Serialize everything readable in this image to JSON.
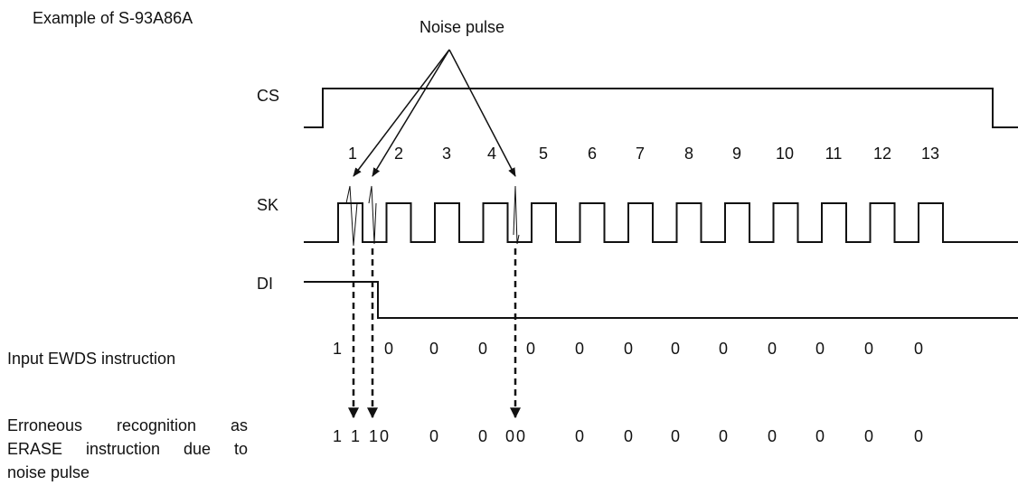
{
  "example_label": "Example of S-93A86A",
  "noise_label": "Noise pulse",
  "signals": {
    "cs": "CS",
    "sk": "SK",
    "di": "DI"
  },
  "clock_numbers": [
    "1",
    "2",
    "3",
    "4",
    "5",
    "6",
    "7",
    "8",
    "9",
    "10",
    "11",
    "12",
    "13"
  ],
  "input_row": {
    "label": "Input EWDS instruction",
    "bits": [
      "1",
      "0",
      "0",
      "0",
      "0",
      "0",
      "0",
      "0",
      "0",
      "0",
      "0",
      "0",
      "0"
    ]
  },
  "erroneous_row": {
    "label_lines": [
      "Erroneous recognition as",
      "ERASE instruction due to",
      "noise pulse"
    ],
    "bits": [
      "1",
      "1",
      "1",
      "0",
      "0",
      "0",
      "0",
      "0",
      "0",
      "0",
      "0",
      "0",
      "0",
      "0",
      "0",
      "0"
    ]
  },
  "colors": {
    "line": "#111111",
    "background": "#ffffff"
  }
}
